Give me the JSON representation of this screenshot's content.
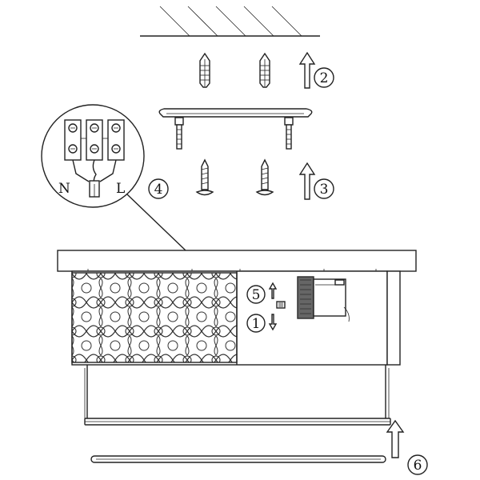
{
  "diagram": {
    "wire_labels": {
      "neutral": "N",
      "live": "L"
    },
    "steps": [
      {
        "id": "step-1",
        "label": "1"
      },
      {
        "id": "step-2",
        "label": "2"
      },
      {
        "id": "step-3",
        "label": "3"
      },
      {
        "id": "step-4",
        "label": "4"
      },
      {
        "id": "step-5",
        "label": "5"
      },
      {
        "id": "step-6",
        "label": "6"
      }
    ]
  }
}
